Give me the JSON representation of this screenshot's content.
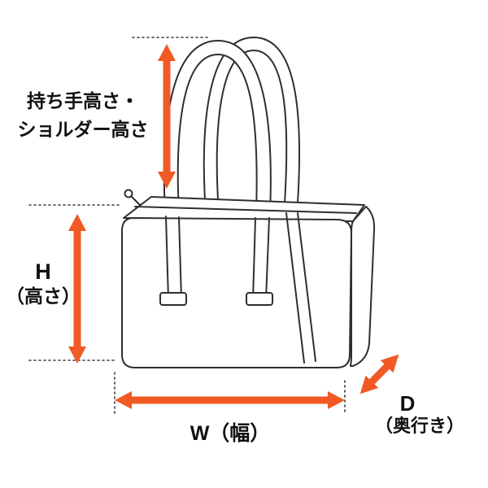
{
  "diagram": {
    "type": "dimension-diagram",
    "subject": "boston-bag-size-guide",
    "colors": {
      "arrow": "#F15A24",
      "outline": "#2f2f2f",
      "text": "#111111",
      "background": "#ffffff"
    },
    "labels": {
      "handle_height": {
        "line1": "持ち手高さ・",
        "line2": "ショルダー高さ"
      },
      "height": {
        "symbol": "H",
        "name": "（高さ）"
      },
      "width": {
        "text": "W（幅）"
      },
      "depth": {
        "symbol": "D",
        "name": "（奥行き）"
      }
    }
  }
}
